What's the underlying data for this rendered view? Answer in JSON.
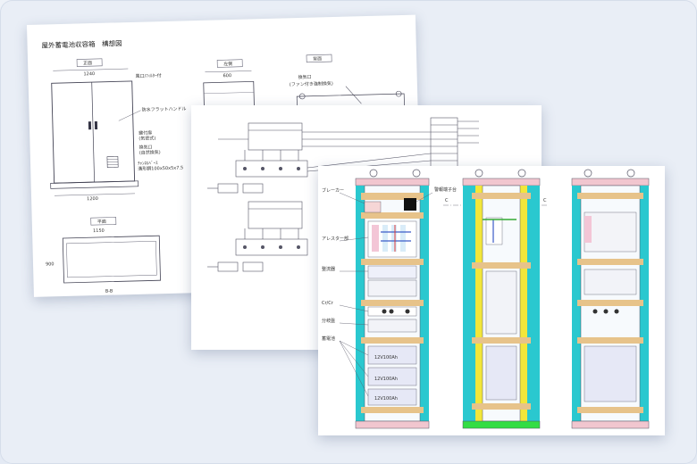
{
  "sheet1": {
    "title": "屋外蓄電池収容箱　構想図",
    "view_labels": [
      "正面",
      "左側",
      "背面",
      "平面"
    ],
    "dims": [
      "1240",
      "600",
      "1150",
      "1200",
      "900"
    ],
    "annotations": {
      "ventilation": "風口/ﾌｨﾙﾀｰ付",
      "handle": "防水フラットハンドル",
      "key": "鍵付扉",
      "key_sub": "(気密式)",
      "intake": "換気口",
      "intake_sub": "(自然換気)",
      "base": "ﾁｬﾝﾈﾙﾍﾞｰｽ",
      "base_spec": "溝形鋼100x50x5x7.5",
      "exhaust": "換気口",
      "exhaust_sub": "(ファン付き強制換気)",
      "bottom": "B-B"
    }
  },
  "sheet3": {
    "labels": [
      "ブレーカー",
      "アレスター部",
      "整流器",
      "Cr/Cr",
      "分岐盤",
      "蓄電池"
    ],
    "label_right": "警報端子台",
    "cell_labels": [
      "12V100Ah",
      "12V100Ah",
      "12V100Ah"
    ],
    "section_mark": "C"
  },
  "colors": {
    "cyan_frame": "#2ac8cf",
    "yellow_frame": "#f2e63a",
    "green_base": "#33dd44",
    "rail": "#e7c38a",
    "pink_cap": "#f1c6cf",
    "drawing_line": "#5a6a80"
  }
}
